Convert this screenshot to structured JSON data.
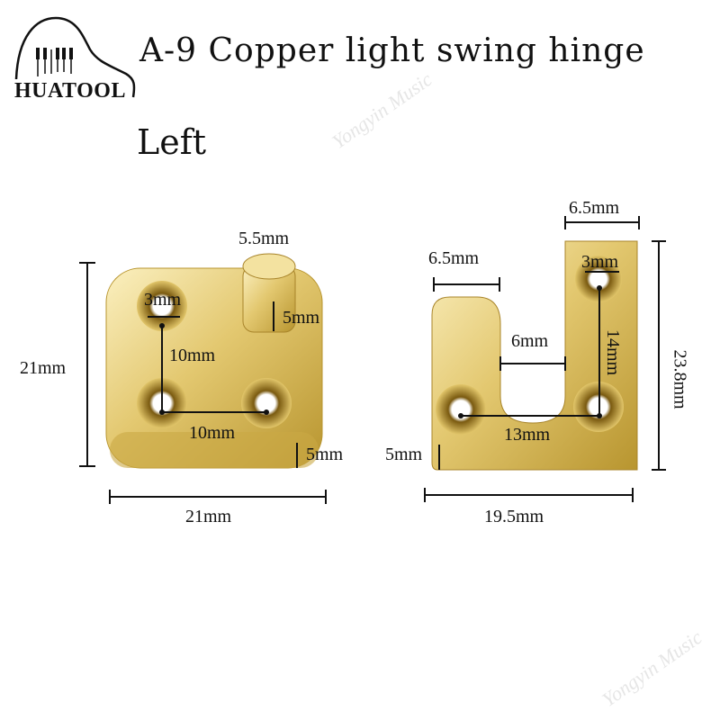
{
  "logo": {
    "text": "HUATOOL"
  },
  "title": "A-9 Copper light swing hinge",
  "subtitle": "Left",
  "watermark": "Yongyin Music",
  "left_part": {
    "peg_width": "5.5mm",
    "hole_diameter": "3mm",
    "peg_height": "5mm",
    "hole_spacing_vertical": "10mm",
    "hole_spacing_horizontal": "10mm",
    "thickness": "5mm",
    "height": "21mm",
    "width": "21mm"
  },
  "right_part": {
    "arm_width_right": "6.5mm",
    "arm_width_left": "6.5mm",
    "hole_diameter": "3mm",
    "hole_spacing_vertical": "14mm",
    "slot_width": "6mm",
    "hole_spacing_horizontal": "13mm",
    "thickness": "5mm",
    "height": "23.8mm",
    "width": "19.5mm"
  },
  "colors": {
    "brass_light": "#f6e7a8",
    "brass": "#d9bb55",
    "brass_dark": "#a8842a"
  }
}
